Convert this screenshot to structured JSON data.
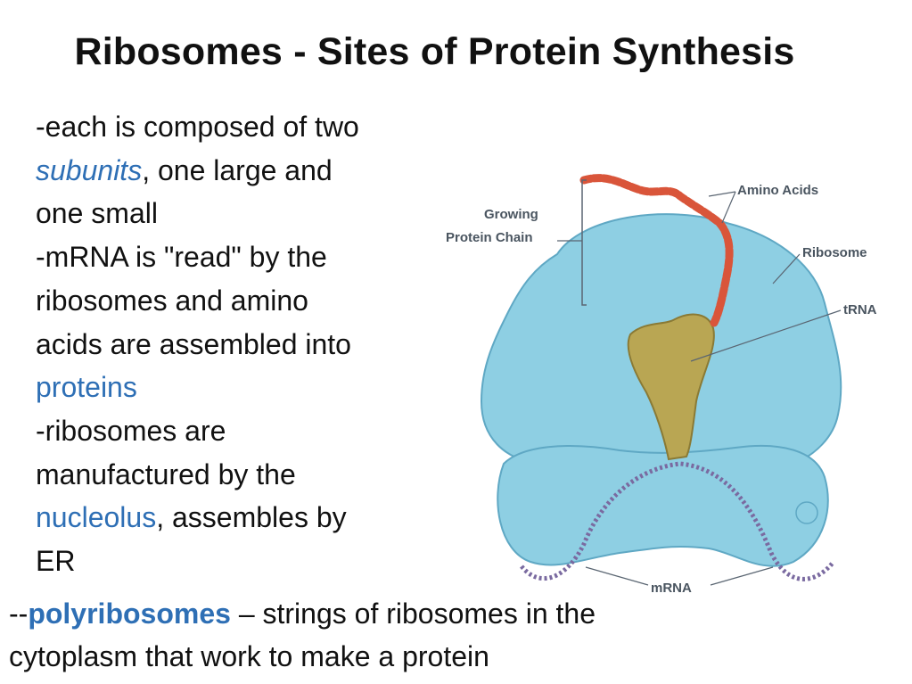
{
  "title": "Ribosomes - Sites of Protein Synthesis",
  "bullets": {
    "b1_l1": "-each is composed of two",
    "b1_subunits": "subunits",
    "b1_l2_rest": ", one large and",
    "b1_l3": "one small",
    "b2_l1": "-mRNA is \"read\" by the",
    "b2_l2": "ribosomes and amino",
    "b2_l3": "acids are assembled into",
    "b2_proteins": "proteins",
    "b3_l1": "-ribosomes are",
    "b3_l2": "manufactured by the",
    "b3_nucleolus": "nucleolus",
    "b3_rest": ", assembles by",
    "b3_l5": "ER"
  },
  "footer": {
    "prefix": "--",
    "term": "polyribosomes",
    "rest_line1": " – strings of ribosomes in the",
    "line2": "cytoplasm that work to make a protein"
  },
  "figure": {
    "labels": {
      "growing_1": "Growing",
      "growing_2": "Protein Chain",
      "amino_acids": "Amino Acids",
      "ribosome": "Ribosome",
      "trna": "tRNA",
      "mrna": "mRNA"
    }
  },
  "colors": {
    "accent_blue": "#2e6fb5",
    "ribosome": "#8ecfe3",
    "trna": "#b9a653",
    "amino_chain": "#d9553a",
    "mrna": "#7a6aa0"
  }
}
